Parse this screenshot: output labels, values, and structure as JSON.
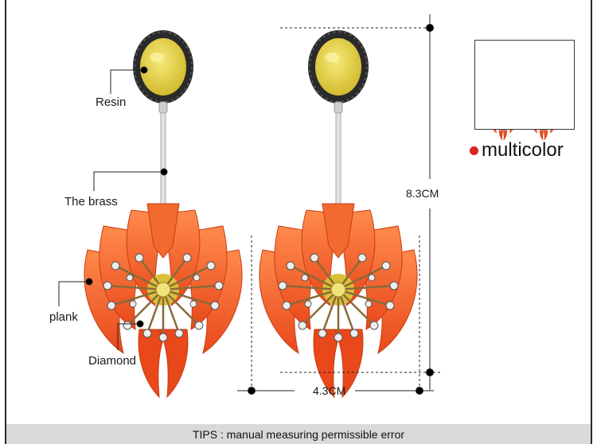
{
  "callouts": {
    "resin": "Resin",
    "brass": "The brass",
    "plank": "plank",
    "diamond": "Diamond"
  },
  "dimensions": {
    "height": "8.3CM",
    "width": "4.3CM"
  },
  "variant": {
    "label": "multicolor",
    "color": "#d8261e"
  },
  "tips": {
    "text": "TIPS : manual measuring permissible error"
  },
  "colors": {
    "resin_yellow": "#e6d24a",
    "petal_orange": "#f05a22",
    "petal_light": "#ff8a4c",
    "rhinestone_black": "#1c1c1c",
    "brass_silver": "#d8d8d8",
    "stamen_bronze": "#8a6a3a"
  }
}
